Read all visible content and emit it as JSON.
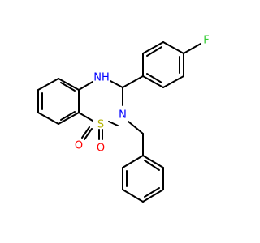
{
  "atoms": {
    "nh": {
      "text": "NH",
      "color": "#0000ff"
    },
    "n": {
      "text": "N",
      "color": "#0000ff"
    },
    "s": {
      "text": "S",
      "color": "#b3b300"
    },
    "o1": {
      "text": "O",
      "color": "#ff0000"
    },
    "o2": {
      "text": "O",
      "color": "#ff0000"
    },
    "f": {
      "text": "F",
      "color": "#33cc33"
    }
  },
  "bond_color": "#000000"
}
